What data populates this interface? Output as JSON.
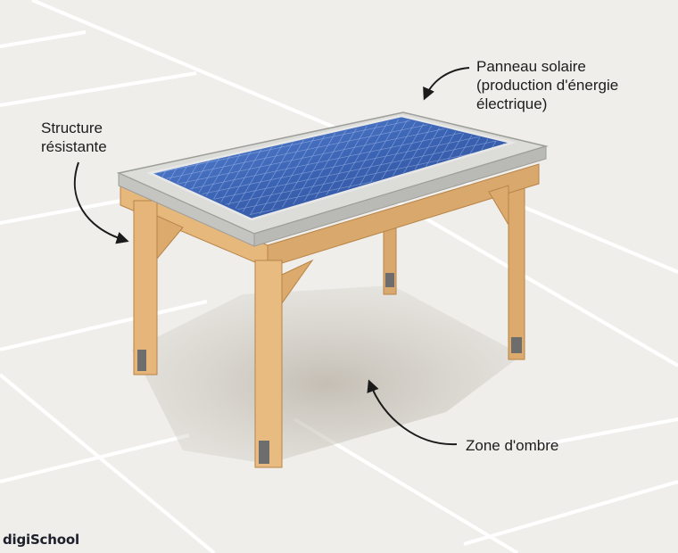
{
  "labels": {
    "solar_panel": [
      "Panneau solaire",
      "(production d'énergie",
      "électrique)"
    ],
    "structure": [
      "Structure",
      "résistante"
    ],
    "shade": [
      "Zone d'ombre"
    ]
  },
  "brand": {
    "logo_text": "digiSchool",
    "colors": [
      "#1d1f2b",
      "#e94b5c",
      "#f5b82e",
      "#3aa6df"
    ]
  },
  "colors": {
    "ground": "#efeeea",
    "parking_lines": "#ffffff",
    "wood": "#e2b57c",
    "wood_dark": "#c99659",
    "panel_blue": "#3b63b3",
    "frame_grey": "#d6d6d3",
    "shadow": "#cfcbc4",
    "arrow": "#1b1b1b"
  }
}
